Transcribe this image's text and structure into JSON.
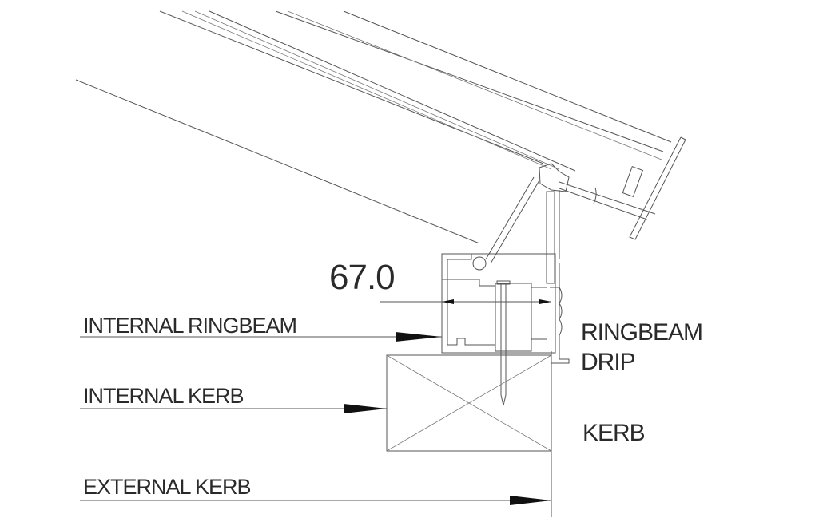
{
  "drawing": {
    "dimension": "67.0",
    "labels": {
      "internal_ringbeam": "INTERNAL RINGBEAM",
      "internal_kerb": "INTERNAL KERB",
      "external_kerb": "EXTERNAL KERB",
      "ringbeam_drip_line1": "RINGBEAM",
      "ringbeam_drip_line2": "DRIP",
      "kerb": "KERB"
    },
    "colors": {
      "line": "#555555",
      "text": "#2a2a2a",
      "arrow": "#111111"
    }
  }
}
